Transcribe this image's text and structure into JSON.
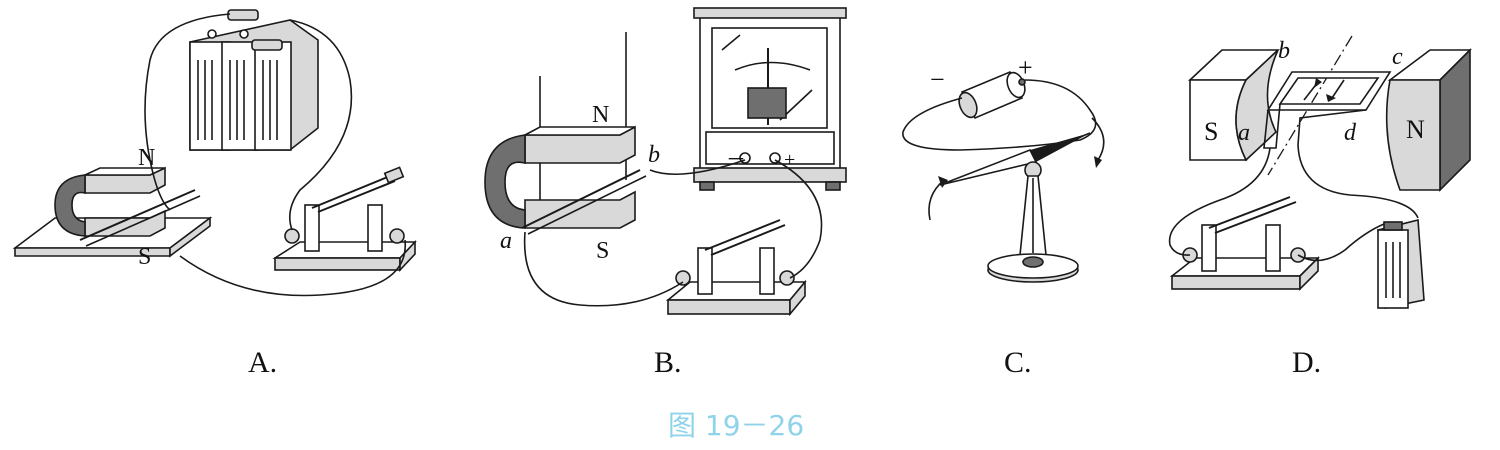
{
  "figure_title": "图 19－26",
  "colors": {
    "figure_title": "#8fd3ea",
    "ink": "#1a1a1a"
  },
  "panels": [
    {
      "caption": "A.",
      "labels": {
        "north": "N",
        "south": "S"
      }
    },
    {
      "caption": "B.",
      "labels": {
        "north": "N",
        "south": "S",
        "end_a": "a",
        "end_b": "b",
        "meter_minus": "－",
        "meter_plus": "+"
      }
    },
    {
      "caption": "C.",
      "labels": {
        "minus": "−",
        "plus": "+"
      }
    },
    {
      "caption": "D.",
      "labels": {
        "south": "S",
        "north": "N",
        "a": "a",
        "b": "b",
        "c": "c",
        "d": "d"
      }
    }
  ]
}
